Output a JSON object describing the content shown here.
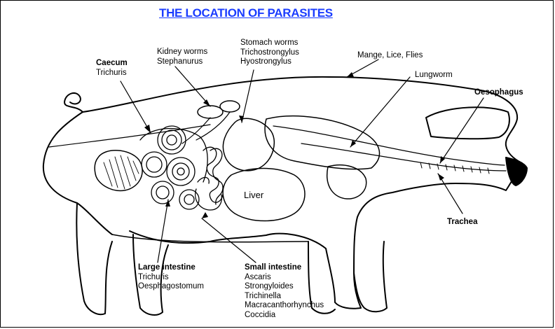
{
  "title": "THE LOCATION OF  PARASITES",
  "labels": {
    "caecum": {
      "heading": "Caecum",
      "items": [
        "Trichuris"
      ]
    },
    "kidney": {
      "items": [
        "Kidney worms",
        "Stephanurus"
      ]
    },
    "stomach": {
      "items": [
        "Stomach worms",
        "Trichostrongylus",
        "Hyostrongylus"
      ]
    },
    "mange": {
      "text": "Mange, Lice, Flies"
    },
    "lungworm": {
      "text": "Lungworm"
    },
    "oesophagus": {
      "heading": "Oesophagus"
    },
    "liver": {
      "text": "Liver"
    },
    "trachea": {
      "heading": "Trachea"
    },
    "large_intestine": {
      "heading": "Large intestine",
      "items": [
        "Trichuris",
        "Oesphagostomum"
      ]
    },
    "small_intestine": {
      "heading": "Small intestine",
      "items": [
        "Ascaris",
        "Strongyloides",
        "Trichinella",
        "Macracanthorhynchus",
        "Coccidia"
      ]
    }
  }
}
